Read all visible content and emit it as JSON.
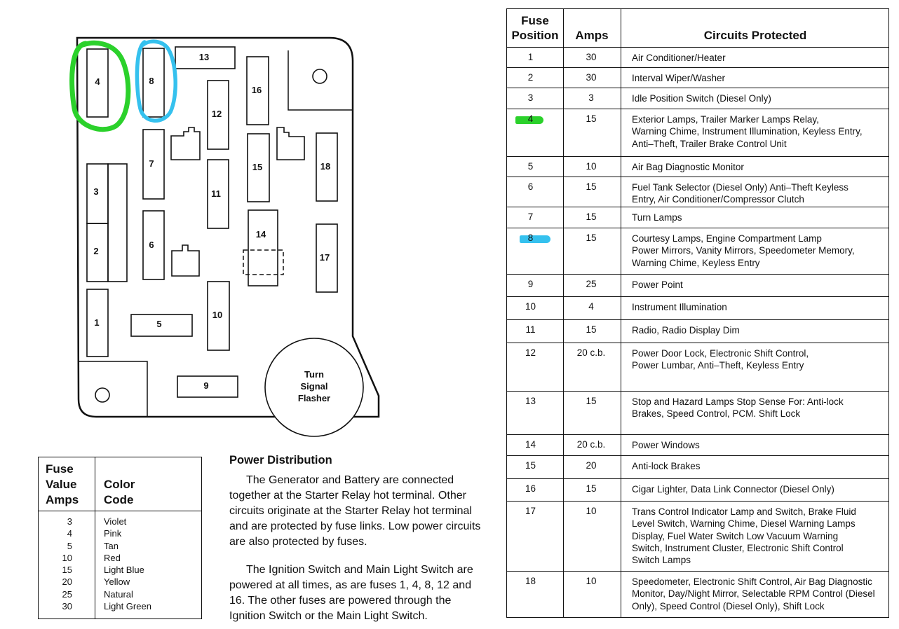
{
  "diagram": {
    "fuses": [
      {
        "id": "fuse-1",
        "label": "1"
      },
      {
        "id": "fuse-2",
        "label": "2"
      },
      {
        "id": "fuse-3",
        "label": "3"
      },
      {
        "id": "fuse-4",
        "label": "4"
      },
      {
        "id": "fuse-5",
        "label": "5"
      },
      {
        "id": "fuse-6",
        "label": "6"
      },
      {
        "id": "fuse-7",
        "label": "7"
      },
      {
        "id": "fuse-8",
        "label": "8"
      },
      {
        "id": "fuse-9",
        "label": "9"
      },
      {
        "id": "fuse-10",
        "label": "10"
      },
      {
        "id": "fuse-11",
        "label": "11"
      },
      {
        "id": "fuse-12",
        "label": "12"
      },
      {
        "id": "fuse-13",
        "label": "13"
      },
      {
        "id": "fuse-14",
        "label": "14"
      },
      {
        "id": "fuse-15",
        "label": "15"
      },
      {
        "id": "fuse-16",
        "label": "16"
      },
      {
        "id": "fuse-17",
        "label": "17"
      },
      {
        "id": "fuse-18",
        "label": "18"
      }
    ],
    "flasher_lines": [
      "Turn",
      "Signal",
      "Flasher"
    ],
    "highlight_colors": {
      "green": "#2bd12b",
      "blue": "#35c1ee"
    }
  },
  "color_table": {
    "header_value": [
      "Fuse",
      "Value",
      "Amps"
    ],
    "header_color": [
      "Color",
      "Code"
    ],
    "rows": [
      {
        "amps": "3",
        "color": "Violet"
      },
      {
        "amps": "4",
        "color": "Pink"
      },
      {
        "amps": "5",
        "color": "Tan"
      },
      {
        "amps": "10",
        "color": "Red"
      },
      {
        "amps": "15",
        "color": "Light Blue"
      },
      {
        "amps": "20",
        "color": "Yellow"
      },
      {
        "amps": "25",
        "color": "Natural"
      },
      {
        "amps": "30",
        "color": "Light Green"
      }
    ]
  },
  "power_distribution": {
    "title": "Power Distribution",
    "para1": "The Generator and Battery are connected together at the Starter Relay hot terminal. Other circuits originate at the Starter Relay hot terminal and are protected by fuse links. Low power circuits are also protected by fuses.",
    "para2": "The Ignition Switch and Main Light Switch are powered at all times, as are fuses 1, 4, 8, 12 and 16. The other fuses are powered through the Ignition Switch or the Main Light Switch."
  },
  "fuse_table": {
    "headers": {
      "position": [
        "Fuse",
        "Position"
      ],
      "amps": "Amps",
      "circuits": "Circuits Protected"
    },
    "rows": [
      {
        "position": "1",
        "amps": "30",
        "circuits": [
          "Air Conditioner/Heater"
        ]
      },
      {
        "position": "2",
        "amps": "30",
        "circuits": [
          "Interval Wiper/Washer"
        ]
      },
      {
        "position": "3",
        "amps": "3",
        "circuits": [
          "Idle Position Switch (Diesel Only)"
        ]
      },
      {
        "position": "4",
        "amps": "15",
        "circuits": [
          "Exterior Lamps, Trailer Marker Lamps Relay,",
          "Warning Chime, Instrument Illumination, Keyless Entry,",
          "Anti–Theft, Trailer Brake Control Unit"
        ]
      },
      {
        "position": "5",
        "amps": "10",
        "circuits": [
          "Air Bag Diagnostic Monitor"
        ]
      },
      {
        "position": "6",
        "amps": "15",
        "circuits": [
          "Fuel Tank Selector (Diesel Only)  Anti–Theft Keyless",
          "Entry, Air Conditioner/Compressor Clutch"
        ]
      },
      {
        "position": "7",
        "amps": "15",
        "circuits": [
          "Turn Lamps"
        ]
      },
      {
        "position": "8",
        "amps": "15",
        "circuits": [
          "Courtesy Lamps, Engine Compartment Lamp",
          "Power Mirrors, Vanity Mirrors, Speedometer Memory,",
          "Warning Chime, Keyless Entry"
        ]
      },
      {
        "position": "9",
        "amps": "25",
        "circuits": [
          "Power Point"
        ]
      },
      {
        "position": "10",
        "amps": "4",
        "circuits": [
          "Instrument Illumination"
        ]
      },
      {
        "position": "11",
        "amps": "15",
        "circuits": [
          "Radio, Radio Display Dim"
        ]
      },
      {
        "position": "12",
        "amps": "20 c.b.",
        "circuits": [
          "Power Door Lock,  Electronic Shift Control,",
          "Power Lumbar, Anti–Theft, Keyless Entry"
        ]
      },
      {
        "position": "13",
        "amps": "15",
        "circuits": [
          "Stop and Hazard  Lamps Stop Sense For: Anti-lock",
          "Brakes, Speed Control,  PCM. Shift Lock"
        ]
      },
      {
        "position": "14",
        "amps": "20 c.b.",
        "circuits": [
          "Power Windows"
        ]
      },
      {
        "position": "15",
        "amps": "20",
        "circuits": [
          "Anti-lock Brakes"
        ]
      },
      {
        "position": "16",
        "amps": "15",
        "circuits": [
          "Cigar Lighter, Data Link Connector (Diesel Only)"
        ]
      },
      {
        "position": "17",
        "amps": "10",
        "circuits": [
          "Trans Control Indicator Lamp and Switch, Brake Fluid",
          "Level Switch, Warning Chime, Diesel Warning Lamps",
          "Display, Fuel Water Switch  Low Vacuum Warning",
          "Switch, Instrument Cluster, Electronic Shift Control",
          "Switch Lamps"
        ]
      },
      {
        "position": "18",
        "amps": "10",
        "circuits": [
          "Speedometer, Electronic Shift Control, Air Bag Diagnostic",
          "Monitor, Day/Night Mirror, Selectable RPM Control (Diesel",
          "Only), Speed Control (Diesel Only), Shift Lock"
        ]
      }
    ]
  }
}
